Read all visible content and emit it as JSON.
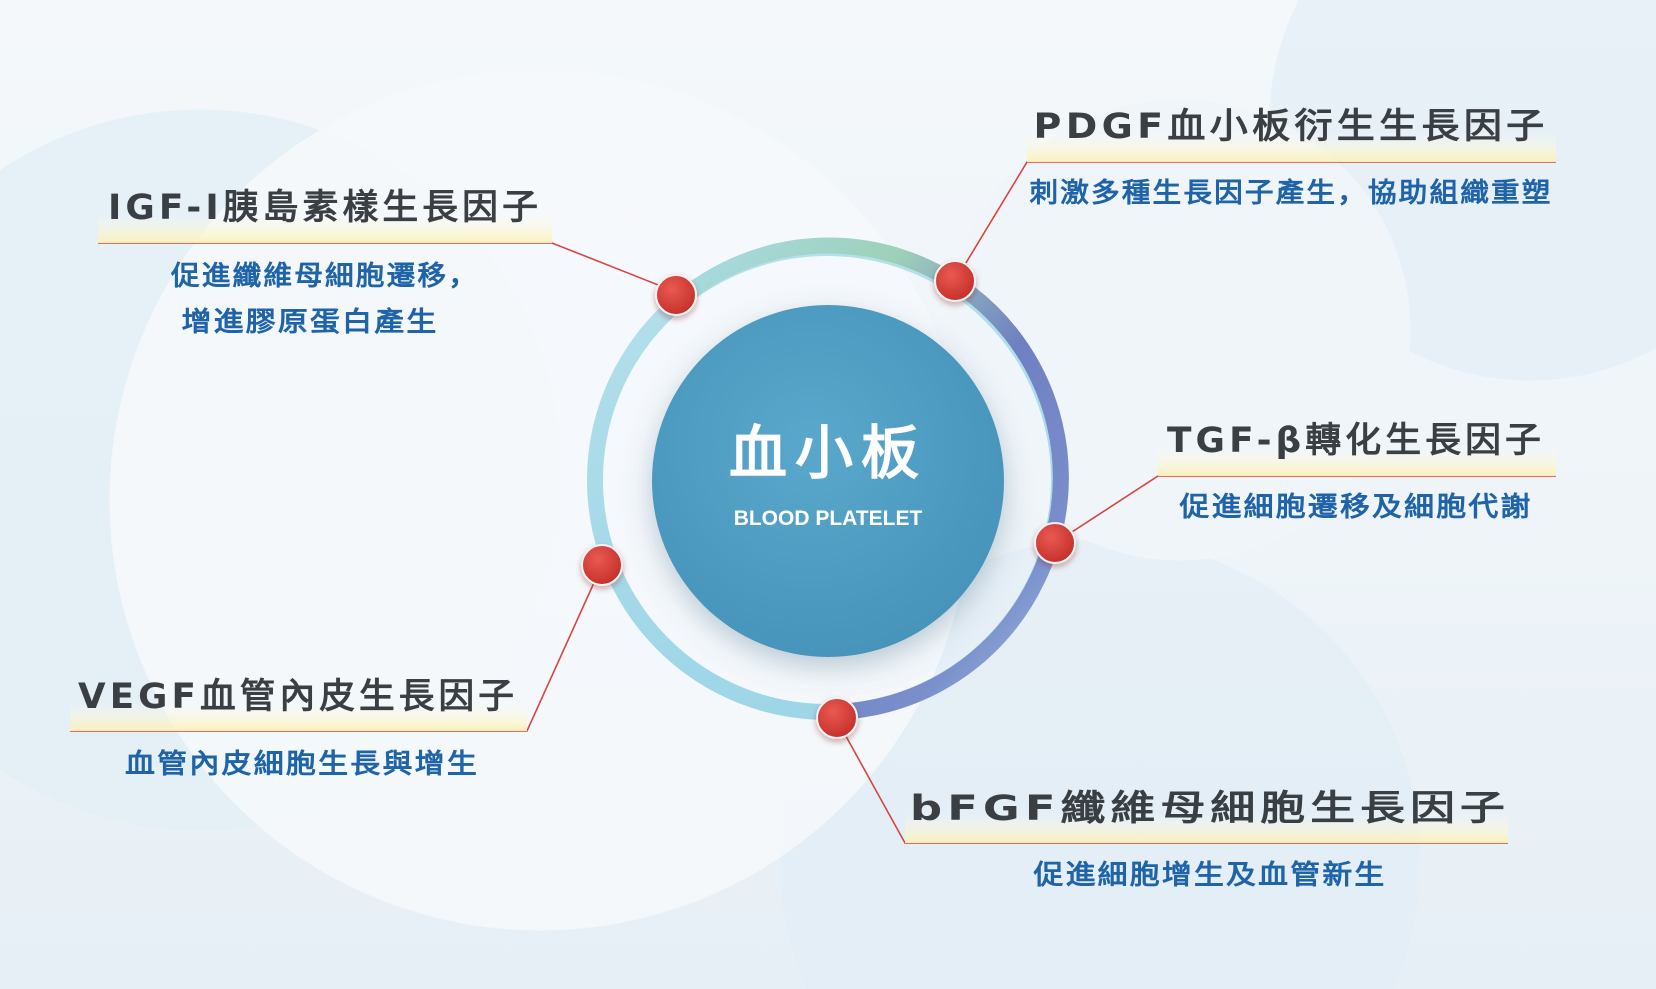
{
  "center": {
    "title": "血小板",
    "subtitle": "BLOOD PLATELET"
  },
  "colors": {
    "center_circle": "#4e9fc4",
    "ring_light": "#9fd3e6",
    "ring_dark": "#6f7fc0",
    "node": "#d83a34",
    "connector": "#d8453e",
    "title_text": "#3a3f44",
    "desc_text": "#1f63a8",
    "highlight": "#fdf6c6"
  },
  "factors": [
    {
      "id": "pdgf",
      "title": "PDGF血小板衍生生長因子",
      "desc": [
        "刺激多種生長因子產生，協助組織重塑"
      ]
    },
    {
      "id": "igf",
      "title": "IGF-I胰島素樣生長因子",
      "desc": [
        "促進纖維母細胞遷移，",
        "增進膠原蛋白產生"
      ]
    },
    {
      "id": "tgf",
      "title": "TGF-β轉化生長因子",
      "desc": [
        "促進細胞遷移及細胞代謝"
      ]
    },
    {
      "id": "vegf",
      "title": "VEGF血管內皮生長因子",
      "desc": [
        "血管內皮細胞生長與增生"
      ]
    },
    {
      "id": "bfgf",
      "title": "bFGF纖維母細胞生長因子",
      "desc": [
        "促進細胞增生及血管新生"
      ]
    }
  ]
}
